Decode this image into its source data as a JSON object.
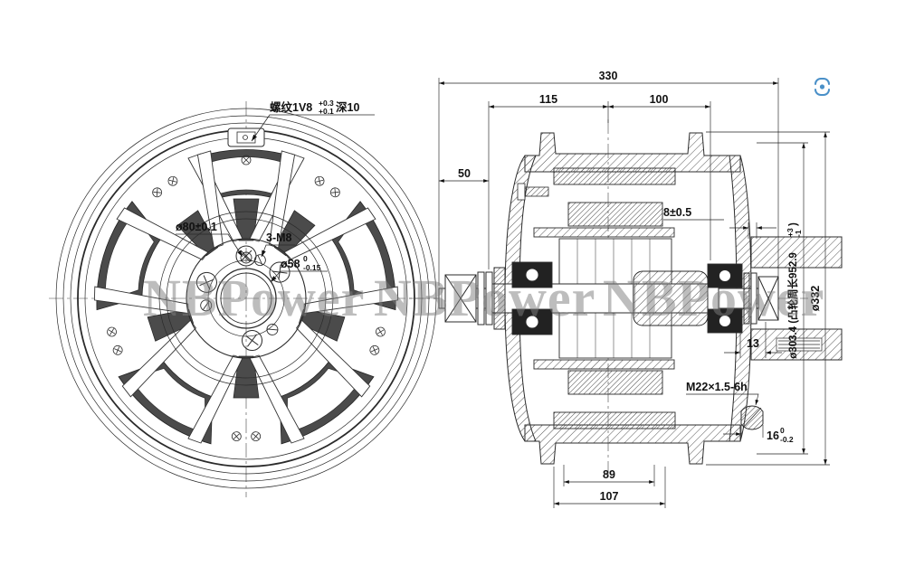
{
  "watermark": {
    "text": "NBPower",
    "color": "#7e7e7e"
  },
  "ui": {
    "scan_icon_color": "#4a90c8"
  },
  "front_view": {
    "valve_note": {
      "main": "螺纹1V8",
      "upper": "+0.3",
      "lower": "+0.1",
      "suffix": "深10"
    },
    "dim_hub": "ø80±0.1",
    "dim_bolts": "3-M8",
    "dim_bore": {
      "main": "ø58",
      "upper": "0",
      "lower": "-0.15"
    }
  },
  "section": {
    "dim_overall": "330",
    "dim_span_left": "115",
    "dim_span_right": "100",
    "dim_axle_left": "50",
    "dim_step": "8±0.5",
    "dim_offset": "13",
    "dim_outer_dia": "ø332",
    "dim_rotor": {
      "main": "ø303.4 (凸轮周长952.9",
      "upper": "+3",
      "lower": "-1",
      "close": ")"
    },
    "dim_thread": "M22×1.5-6h",
    "dim_flats": {
      "main": "16",
      "upper": "0",
      "lower": "-0.2"
    },
    "dim_width_inner": "89",
    "dim_width_outer": "107"
  }
}
